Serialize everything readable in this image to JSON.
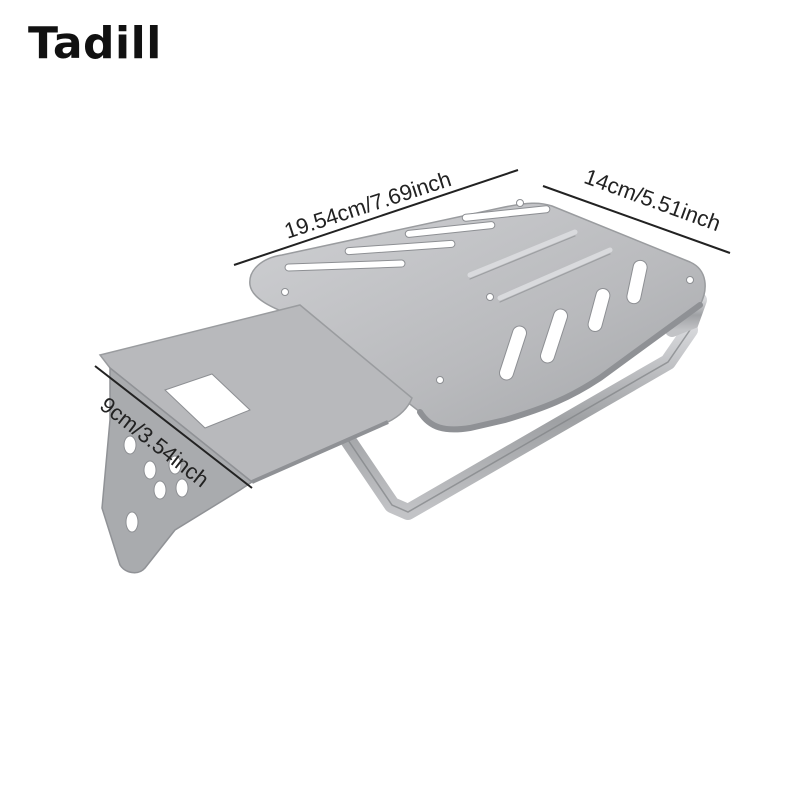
{
  "brand": {
    "name": "Tadill"
  },
  "dimensions": {
    "length": "19.54cm/7.69inch",
    "width": "14cm/5.51inch",
    "height": "9cm/3.54inch"
  },
  "colors": {
    "metal_light": "#c4c5c8",
    "metal_mid": "#a9abae",
    "metal_dark": "#8c8e92",
    "slot": "#ffffff",
    "line": "#222222"
  }
}
